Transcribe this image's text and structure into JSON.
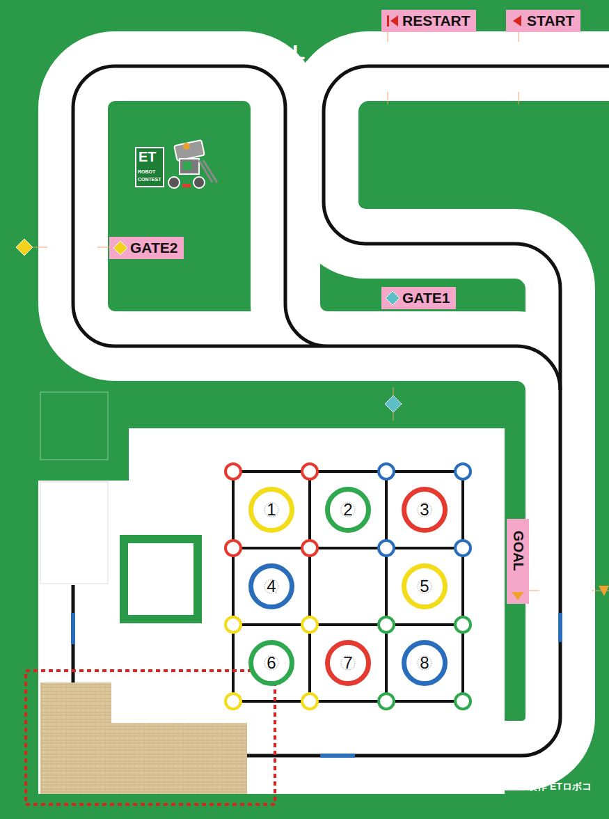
{
  "diagram": {
    "nodes": [
      {
        "text": [
          "RESTART"
        ]
      },
      {
        "text": [
          "START"
        ]
      },
      {
        "text": [
          "GATE2"
        ]
      },
      {
        "text": [
          "GATE1"
        ]
      },
      {
        "text": [
          "GOAL"
        ]
      },
      {
        "text": [
          "1"
        ]
      },
      {
        "text": [
          "2"
        ]
      },
      {
        "text": [
          "3"
        ]
      },
      {
        "text": [
          "4"
        ]
      },
      {
        "text": [
          "5"
        ]
      },
      {
        "text": [
          "6"
        ]
      },
      {
        "text": [
          "7"
        ]
      },
      {
        "text": [
          "8"
        ]
      }
    ],
    "labels": [
      "L",
      "ET",
      "ROBOT",
      "CONTEST",
      "製作 ETロボコ"
    ]
  }
}
